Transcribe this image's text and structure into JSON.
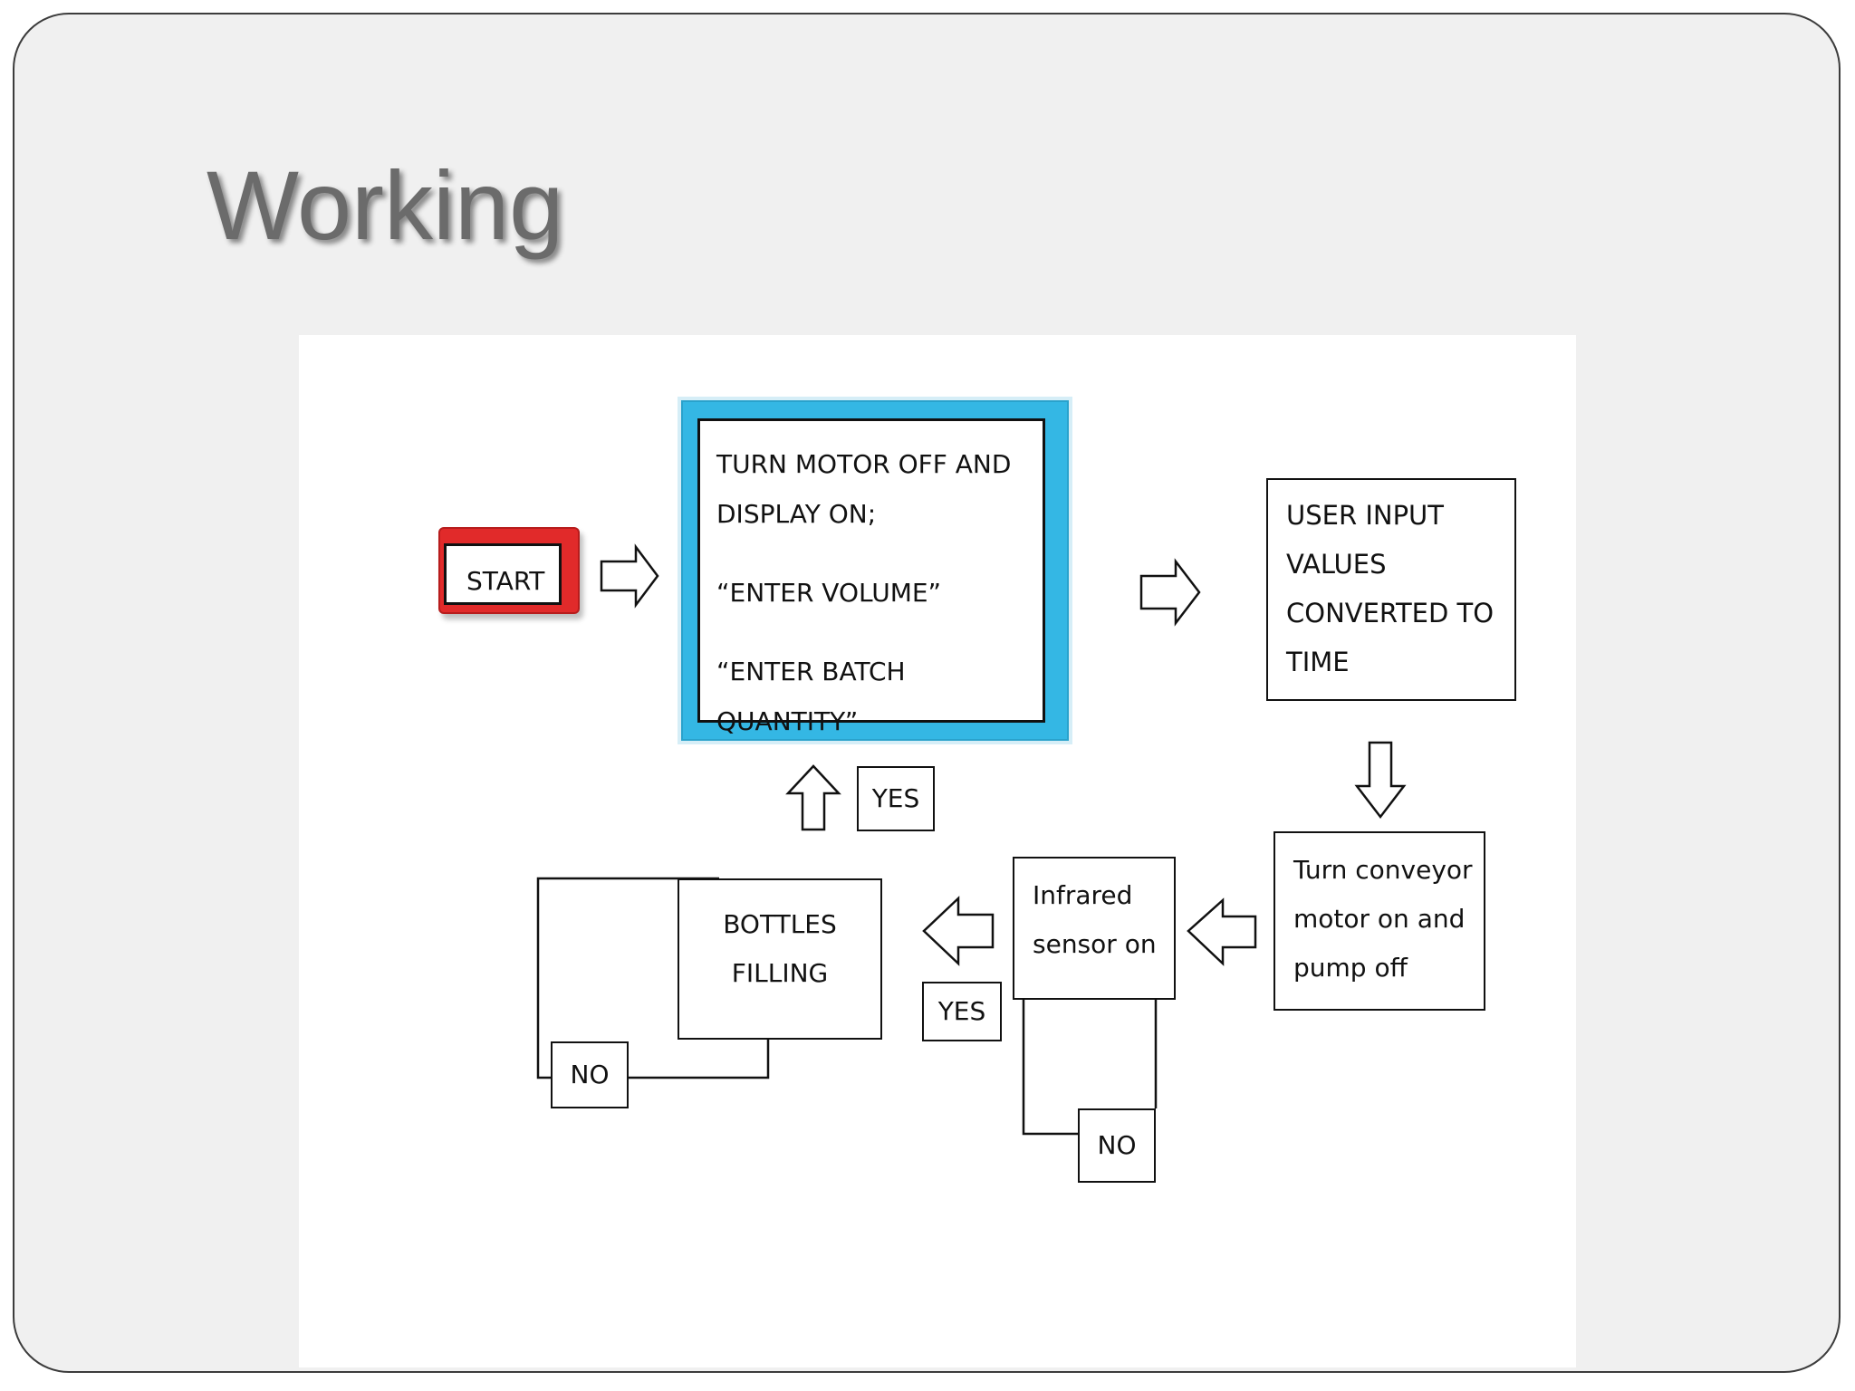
{
  "slide": {
    "title": "Working"
  },
  "flowchart": {
    "start": {
      "label": "START"
    },
    "display_step": {
      "line1": "TURN MOTOR OFF AND",
      "line2": "DISPLAY ON;",
      "line3": "“ENTER VOLUME”",
      "line4": "“ENTER BATCH QUANTITY”",
      "frame_color": "#34b7e4"
    },
    "input_step": {
      "line1": "USER INPUT",
      "line2": "VALUES",
      "line3": "CONVERTED TO",
      "line4": "TIME"
    },
    "conveyor_step": {
      "line1": "Turn conveyor",
      "line2": "motor on and",
      "line3": "pump off"
    },
    "sensor_step": {
      "line1": "Infrared",
      "line2": "sensor on"
    },
    "filling_step": {
      "line1": "BOTTLES",
      "line2": "FILLING"
    },
    "labels": {
      "yes_top": "YES",
      "yes_mid": "YES",
      "no_left": "NO",
      "no_right": "NO"
    },
    "start_color": "#e12a2a"
  }
}
